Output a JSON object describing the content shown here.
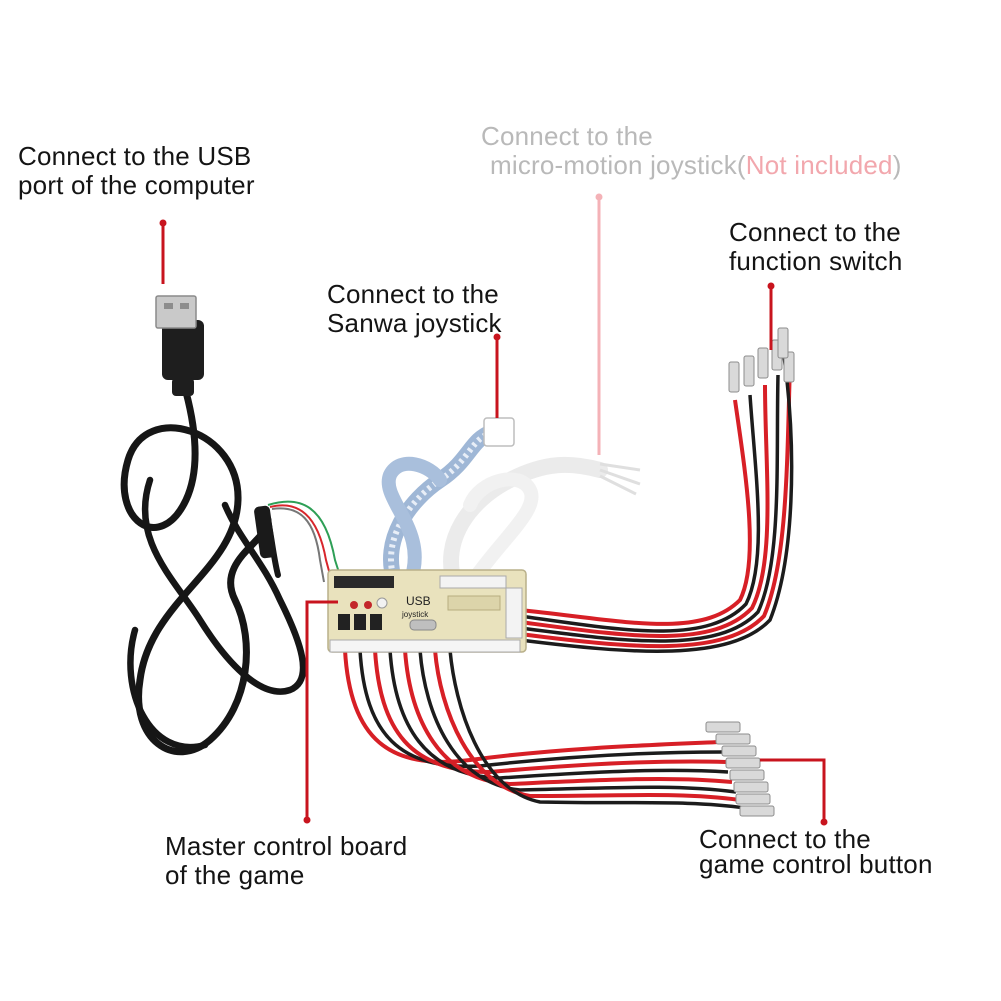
{
  "labels": {
    "usb_port": {
      "line1": "Connect  to the USB",
      "line2": "port of the computer"
    },
    "micro_joystick": {
      "line1": "Connect to the",
      "line2": "micro-motion joystick(",
      "note": "Not included",
      "line2_end": ")"
    },
    "function_switch": {
      "line1": "Connect to the",
      "line2": "function switch"
    },
    "sanwa_joystick": {
      "line1": "Connect to the",
      "line2": "Sanwa joystick"
    },
    "master_board": {
      "line1": "Master control board",
      "line2": "of the game"
    },
    "game_button": {
      "line1": "Connect to the",
      "line2": "game control button"
    }
  },
  "board": {
    "line1": "USB",
    "line2": "joystick"
  },
  "colors": {
    "leader": "#c8141e",
    "leader_faded": "#f4b2b7",
    "wire_red": "#d71f26",
    "wire_black": "#1c1c1c",
    "cable": "#161616",
    "board": "#e9e2bd"
  }
}
